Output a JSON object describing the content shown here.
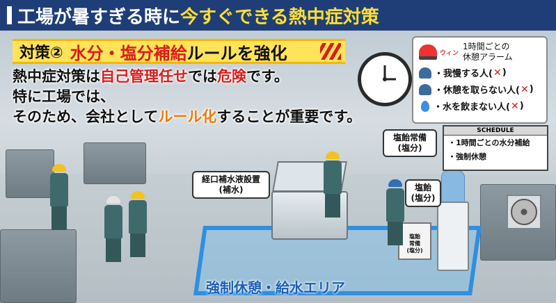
{
  "header": {
    "title_part1": "工場が暑すぎる時に",
    "title_part2": "今すぐできる熱中症対策"
  },
  "section": {
    "number": "対策②",
    "title_red": "水分・塩分補給",
    "title_black": "ルールを強化"
  },
  "body": {
    "line1_a": "熱中症対策は",
    "line1_b": "自己管理任せ",
    "line1_c": "では",
    "line1_d": "危険",
    "line1_e": "です。",
    "line2": "特に工場では、",
    "line3_a": "そのため、会社として",
    "line3_b": "ルール化",
    "line3_c": "することが重要です。"
  },
  "alarm_card": {
    "sound": "ウィン",
    "title_line1": "1時間ごとの",
    "title_line2": "休憩アラーム",
    "rules": [
      {
        "text": "・我慢する人(",
        "mark": "✕",
        "close": ")"
      },
      {
        "text": "・休憩を取らない人(",
        "mark": "✕",
        "close": ")"
      },
      {
        "text": "・水を飲まない人(",
        "mark": "✕",
        "close": ")"
      }
    ]
  },
  "callouts": {
    "salt_stock_line1": "塩飴常備",
    "salt_stock_line2": "(塩分)",
    "ors_line1": "経口補水液設置",
    "ors_line2": "(補水)",
    "candy_line1": "塩飴",
    "candy_line2": "(塩分)"
  },
  "schedule": {
    "header": "SCHEDULE",
    "items": [
      "・1時間ごとの水分補給",
      "・強制休憩"
    ]
  },
  "bin_label": {
    "line1": "塩飴",
    "line2": "常備",
    "line3": "(塩分)"
  },
  "zone_label": "強制休憩・給水エリア",
  "colors": {
    "title_bg": "#1f3e78",
    "title_accent": "#ffe033",
    "section_bg": "#ffe35a",
    "emphasis_red": "#d91c1c",
    "emphasis_orange": "#f07a00",
    "zone_blue": "#2f8fe0"
  }
}
